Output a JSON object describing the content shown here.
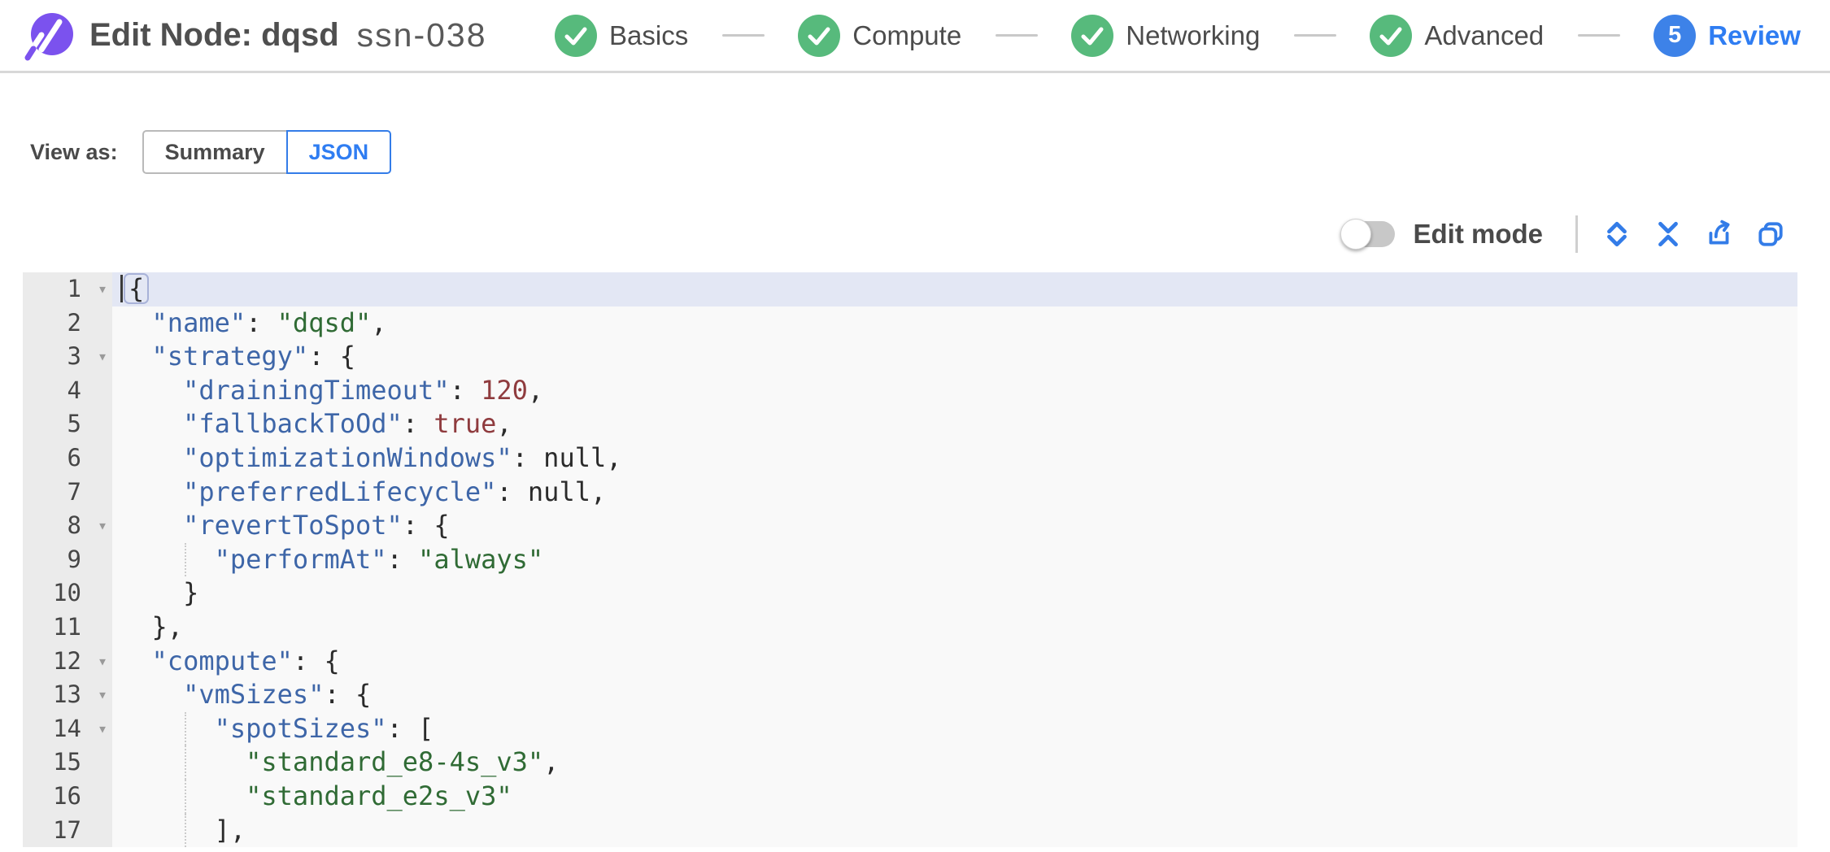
{
  "header": {
    "title": "Edit Node: dqsd",
    "subtitle": "ssn-038",
    "steps": [
      {
        "label": "Basics",
        "state": "done"
      },
      {
        "label": "Compute",
        "state": "done"
      },
      {
        "label": "Networking",
        "state": "done"
      },
      {
        "label": "Advanced",
        "state": "done"
      },
      {
        "label": "Review",
        "state": "current",
        "number": "5"
      }
    ]
  },
  "view_as": {
    "label": "View as:",
    "options": [
      {
        "label": "Summary",
        "selected": false
      },
      {
        "label": "JSON",
        "selected": true
      }
    ]
  },
  "toolbar": {
    "edit_mode_label": "Edit mode",
    "edit_mode_on": false,
    "icons": [
      "expand-icon",
      "collapse-icon",
      "export-icon",
      "copy-icon"
    ]
  },
  "colors": {
    "brand_purple": "#7b52ee",
    "step_green": "#57ba7c",
    "accent_blue": "#337ce8",
    "active_text_blue": "#2f7df2",
    "syntax_key": "#3e66a8",
    "syntax_string": "#306b35",
    "syntax_number": "#8f3b3e",
    "editor_bg": "#f9f9f9",
    "gutter_bg": "#ebebeb",
    "active_line_bg": "#e3e7f4"
  },
  "editor": {
    "language": "json",
    "active_line": 1,
    "lines": [
      {
        "num": 1,
        "fold": true,
        "tokens": [
          {
            "t": "pun",
            "v": "{",
            "box": true,
            "cursor_before": true
          }
        ]
      },
      {
        "num": 2,
        "tokens": [
          {
            "t": "pun",
            "v": "  "
          },
          {
            "t": "key",
            "v": "\"name\""
          },
          {
            "t": "pun",
            "v": ": "
          },
          {
            "t": "str",
            "v": "\"dqsd\""
          },
          {
            "t": "pun",
            "v": ","
          }
        ]
      },
      {
        "num": 3,
        "fold": true,
        "tokens": [
          {
            "t": "pun",
            "v": "  "
          },
          {
            "t": "key",
            "v": "\"strategy\""
          },
          {
            "t": "pun",
            "v": ": {"
          }
        ]
      },
      {
        "num": 4,
        "tokens": [
          {
            "t": "pun",
            "v": "    "
          },
          {
            "t": "key",
            "v": "\"drainingTimeout\""
          },
          {
            "t": "pun",
            "v": ": "
          },
          {
            "t": "num",
            "v": "120"
          },
          {
            "t": "pun",
            "v": ","
          }
        ]
      },
      {
        "num": 5,
        "tokens": [
          {
            "t": "pun",
            "v": "    "
          },
          {
            "t": "key",
            "v": "\"fallbackToOd\""
          },
          {
            "t": "pun",
            "v": ": "
          },
          {
            "t": "num",
            "v": "true"
          },
          {
            "t": "pun",
            "v": ","
          }
        ]
      },
      {
        "num": 6,
        "tokens": [
          {
            "t": "pun",
            "v": "    "
          },
          {
            "t": "key",
            "v": "\"optimizationWindows\""
          },
          {
            "t": "pun",
            "v": ": "
          },
          {
            "t": "null",
            "v": "null"
          },
          {
            "t": "pun",
            "v": ","
          }
        ]
      },
      {
        "num": 7,
        "tokens": [
          {
            "t": "pun",
            "v": "    "
          },
          {
            "t": "key",
            "v": "\"preferredLifecycle\""
          },
          {
            "t": "pun",
            "v": ": "
          },
          {
            "t": "null",
            "v": "null"
          },
          {
            "t": "pun",
            "v": ","
          }
        ]
      },
      {
        "num": 8,
        "fold": true,
        "tokens": [
          {
            "t": "pun",
            "v": "    "
          },
          {
            "t": "key",
            "v": "\"revertToSpot\""
          },
          {
            "t": "pun",
            "v": ": {"
          }
        ]
      },
      {
        "num": 9,
        "guide": true,
        "tokens": [
          {
            "t": "pun",
            "v": "      "
          },
          {
            "t": "key",
            "v": "\"performAt\""
          },
          {
            "t": "pun",
            "v": ": "
          },
          {
            "t": "str",
            "v": "\"always\""
          }
        ]
      },
      {
        "num": 10,
        "tokens": [
          {
            "t": "pun",
            "v": "    }"
          }
        ]
      },
      {
        "num": 11,
        "tokens": [
          {
            "t": "pun",
            "v": "  },"
          }
        ]
      },
      {
        "num": 12,
        "fold": true,
        "tokens": [
          {
            "t": "pun",
            "v": "  "
          },
          {
            "t": "key",
            "v": "\"compute\""
          },
          {
            "t": "pun",
            "v": ": {"
          }
        ]
      },
      {
        "num": 13,
        "fold": true,
        "tokens": [
          {
            "t": "pun",
            "v": "    "
          },
          {
            "t": "key",
            "v": "\"vmSizes\""
          },
          {
            "t": "pun",
            "v": ": {"
          }
        ]
      },
      {
        "num": 14,
        "fold": true,
        "guide": true,
        "tokens": [
          {
            "t": "pun",
            "v": "      "
          },
          {
            "t": "key",
            "v": "\"spotSizes\""
          },
          {
            "t": "pun",
            "v": ": ["
          }
        ]
      },
      {
        "num": 15,
        "guide": true,
        "tokens": [
          {
            "t": "pun",
            "v": "        "
          },
          {
            "t": "str",
            "v": "\"standard_e8-4s_v3\""
          },
          {
            "t": "pun",
            "v": ","
          }
        ]
      },
      {
        "num": 16,
        "guide": true,
        "tokens": [
          {
            "t": "pun",
            "v": "        "
          },
          {
            "t": "str",
            "v": "\"standard_e2s_v3\""
          }
        ]
      },
      {
        "num": 17,
        "guide": true,
        "tokens": [
          {
            "t": "pun",
            "v": "      ],"
          }
        ]
      }
    ]
  }
}
